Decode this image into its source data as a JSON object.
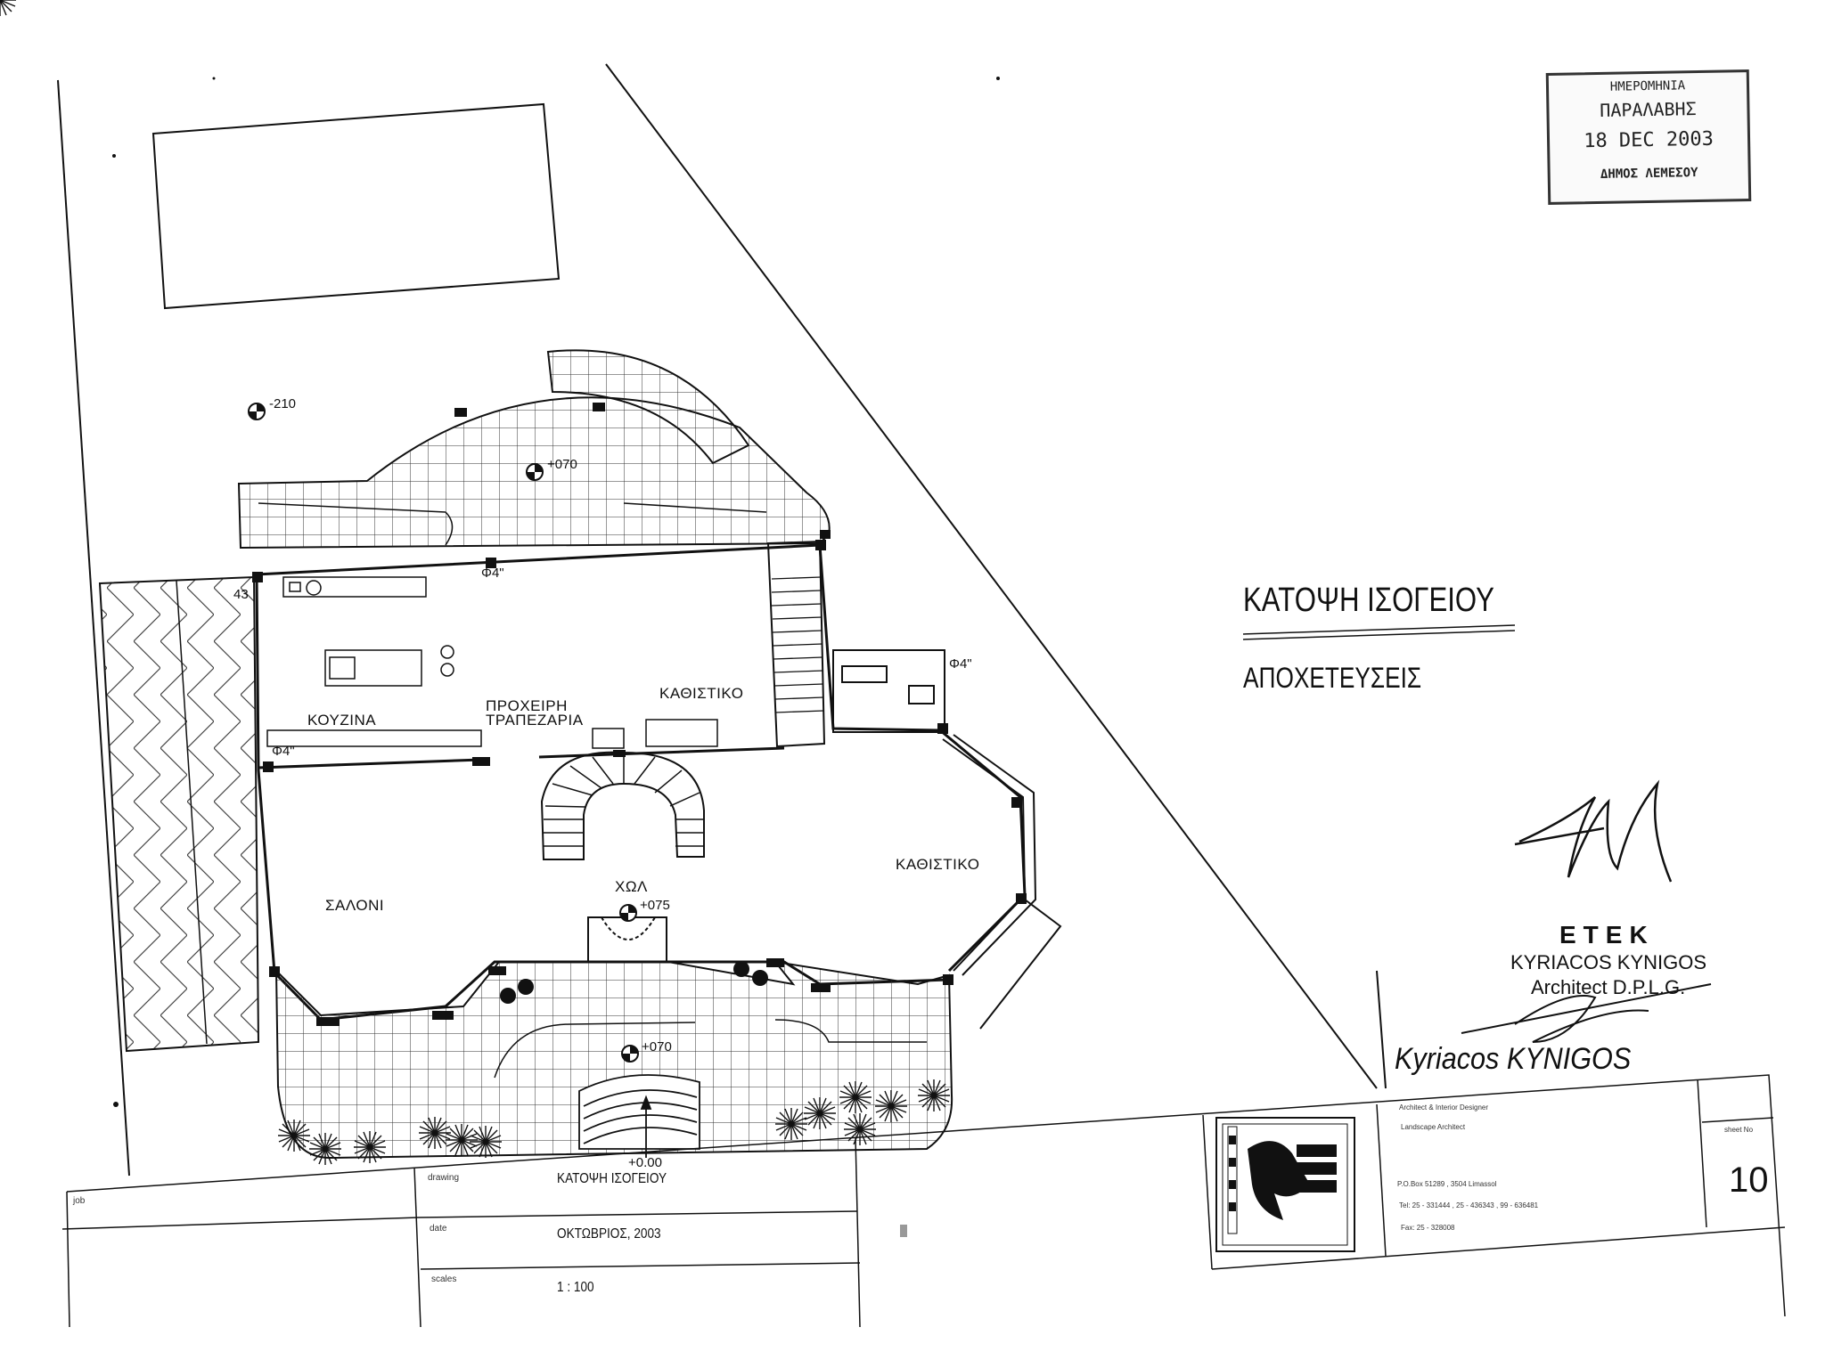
{
  "drawing": {
    "title": "ΚΑΤΟΨΗ ΙΣΟΓΕΙΟΥ",
    "subtitle": "ΑΠΟΧΕΤΕΥΣΕΙΣ",
    "rooms": {
      "kitchen": "ΚΟΥΖΙΝΑ",
      "breakfast_line1": "ΠΡΟΧΕΙΡΗ",
      "breakfast_line2": "ΤΡΑΠΕΖΑΡΙΑ",
      "sitting_upper": "ΚΑΘΙΣΤΙΚΟ",
      "sitting_right": "ΚΑΘΙΣΤΙΚΟ",
      "living": "ΣΑΛΟΝΙ",
      "hall": "ΧΩΛ"
    },
    "levels": {
      "garden": "-210",
      "rear_terrace": "+070",
      "hall": "+075",
      "front_terrace": "+070",
      "entrance": "+0.00"
    },
    "pipes": {
      "p1": "Φ4\"",
      "p2": "Φ4\"",
      "p3": "Φ4\"",
      "p4": "43"
    }
  },
  "stamp": {
    "line1": "ΗΜΕΡΟΜΗΝΙΑ",
    "line2": "ΠΑΡΑΛΑΒΗΣ",
    "line3": "18 DEC 2003",
    "line4": "ΔΗΜΟΣ ΛΕΜΕΣΟΥ"
  },
  "signature_block": {
    "org": "ETEK",
    "name_title": "KYRIACOS KYNIGOS",
    "qualification": "Architect D.P.L.G.",
    "name": "Kyriacos  KYNIGOS"
  },
  "title_block": {
    "job_label": "job",
    "drawing_label": "drawing",
    "drawing_value": "ΚΑΤΟΨΗ ΙΣΟΓΕΙΟΥ",
    "date_label": "date",
    "date_value": "ΟΚΤΩΒΡΙΟΣ, 2003",
    "scale_label": "scales",
    "scale_value": "1 : 100",
    "firm_line1": "Architect & Interior Designer",
    "firm_line2": "Landscape Architect",
    "address": "P.O.Box 51289 , 3504 Limassol",
    "tel": "Tel: 25 - 331444 , 25 - 436343 , 99 - 636481",
    "fax": "Fax: 25 - 328008",
    "sheet_label": "sheet No",
    "sheet_no": "10"
  },
  "colors": {
    "ink": "#111111",
    "paper": "#ffffff"
  }
}
